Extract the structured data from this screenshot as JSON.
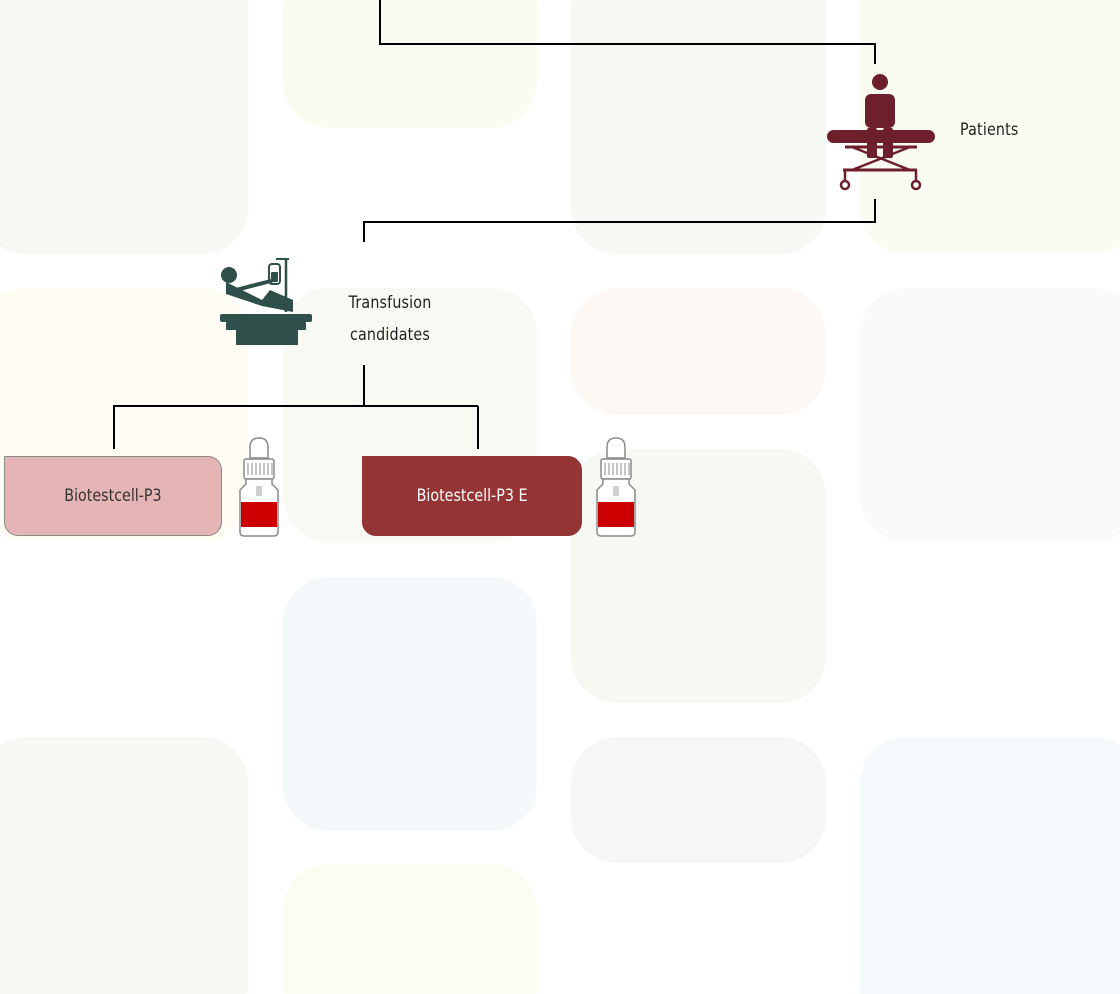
{
  "nodes": {
    "patients": "Patients",
    "transfusion_line1": "Transfusion",
    "transfusion_line2": "candidates",
    "product_a": "Biotestcell-P3",
    "product_b": "Biotestcell-P3 E"
  },
  "icons": {
    "patient": "patient-on-stretcher-icon",
    "transfusion": "patient-bed-iv-drip-icon",
    "vial": "blood-vial-icon"
  },
  "colors": {
    "patient_icon": "#6e1f2c",
    "transfusion_icon": "#2f4f4a",
    "box_a_fill": "#e5b5b6",
    "box_a_text": "#333333",
    "box_b_fill": "#943434",
    "box_b_text": "#ffffff",
    "vial_blood": "#cc0000",
    "connector": "#000000"
  }
}
